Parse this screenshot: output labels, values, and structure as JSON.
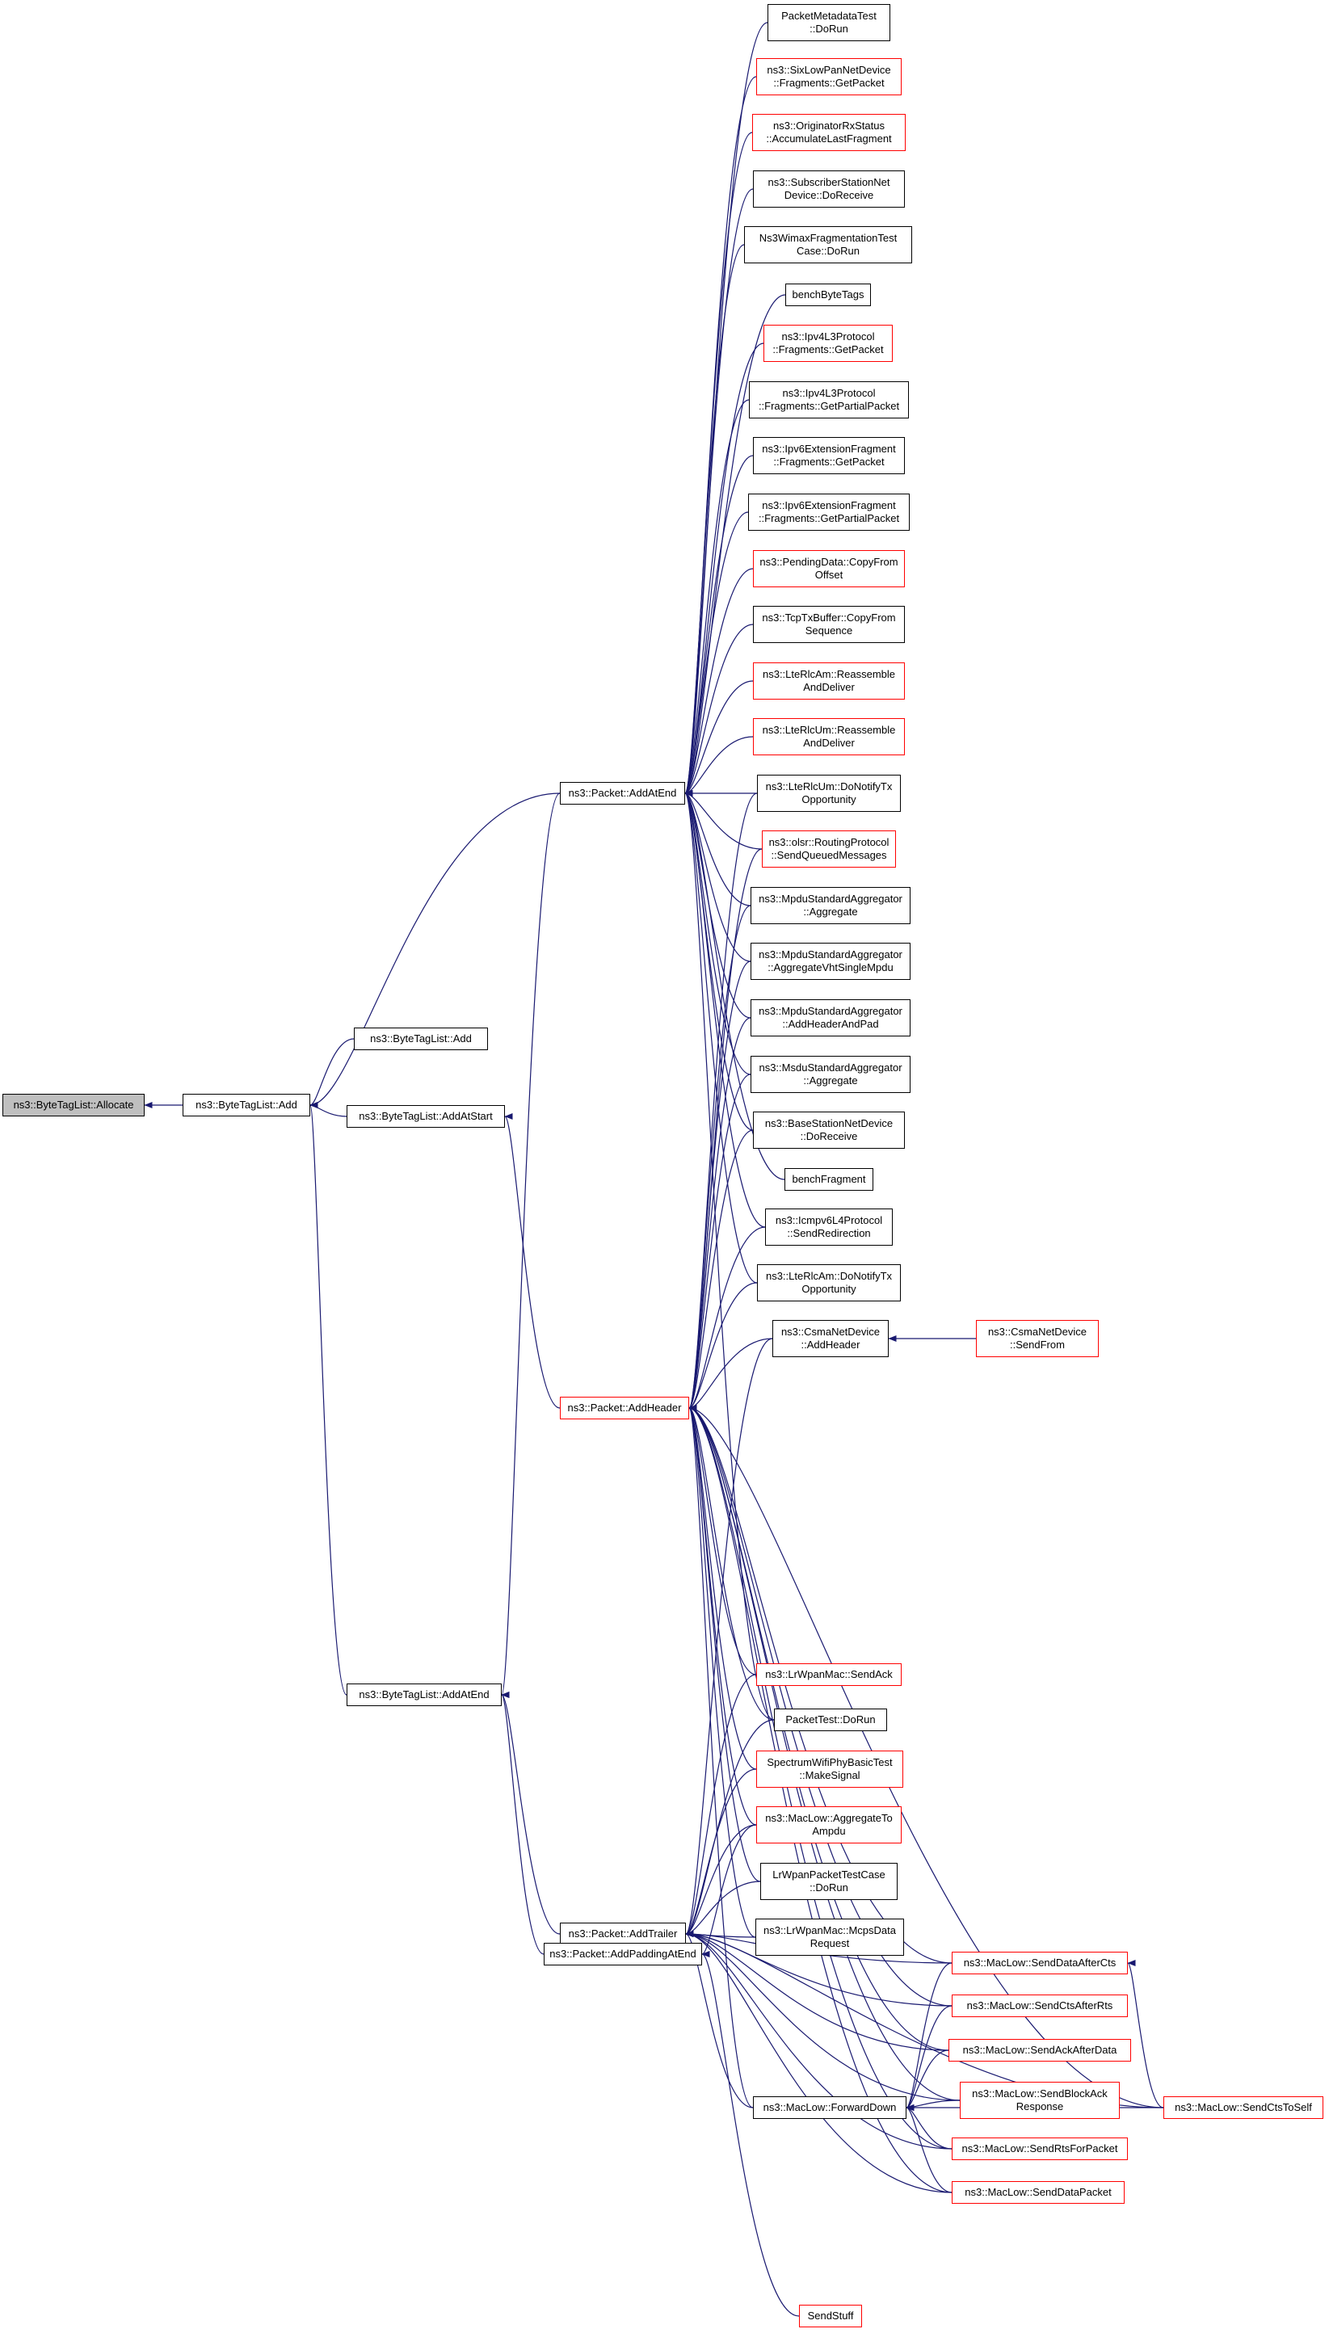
{
  "colors": {
    "edge": "#191970",
    "node_border": "#000000",
    "truncated_border": "#ff0000",
    "root_fill": "#bfbfbf"
  },
  "nodes": [
    {
      "id": "allocate",
      "label": "ns3::ByteTagList::Allocate",
      "border": "black",
      "root": true
    },
    {
      "id": "add",
      "label": "ns3::ByteTagList::Add",
      "border": "black"
    },
    {
      "id": "add2",
      "label": "ns3::ByteTagList::Add",
      "border": "black"
    },
    {
      "id": "addatstart",
      "label": "ns3::ByteTagList::AddAtStart",
      "border": "black"
    },
    {
      "id": "addatend_btl",
      "label": "ns3::ByteTagList::AddAtEnd",
      "border": "black"
    },
    {
      "id": "pkt_addatend",
      "label": "ns3::Packet::AddAtEnd",
      "border": "black"
    },
    {
      "id": "pkt_addheader",
      "label": "ns3::Packet::AddHeader",
      "border": "red"
    },
    {
      "id": "pkt_addtrailer",
      "label": "ns3::Packet::AddTrailer",
      "border": "black"
    },
    {
      "id": "pkt_addpadding",
      "label": "ns3::Packet::AddPaddingAtEnd",
      "border": "black"
    },
    {
      "id": "pmt_dorun",
      "label": "PacketMetadataTest\n::DoRun",
      "border": "black"
    },
    {
      "id": "sixlowpan",
      "label": "ns3::SixLowPanNetDevice\n::Fragments::GetPacket",
      "border": "red"
    },
    {
      "id": "originator",
      "label": "ns3::OriginatorRxStatus\n::AccumulateLastFragment",
      "border": "red"
    },
    {
      "id": "subscriber",
      "label": "ns3::SubscriberStationNet\nDevice::DoReceive",
      "border": "black"
    },
    {
      "id": "ns3wimax",
      "label": "Ns3WimaxFragmentationTest\nCase::DoRun",
      "border": "black"
    },
    {
      "id": "benchbytetags",
      "label": "benchByteTags",
      "border": "black"
    },
    {
      "id": "ipv4frag",
      "label": "ns3::Ipv4L3Protocol\n::Fragments::GetPacket",
      "border": "red"
    },
    {
      "id": "ipv4partial",
      "label": "ns3::Ipv4L3Protocol\n::Fragments::GetPartialPacket",
      "border": "black"
    },
    {
      "id": "ipv6frag",
      "label": "ns3::Ipv6ExtensionFragment\n::Fragments::GetPacket",
      "border": "black"
    },
    {
      "id": "ipv6partial",
      "label": "ns3::Ipv6ExtensionFragment\n::Fragments::GetPartialPacket",
      "border": "black"
    },
    {
      "id": "pendingdata",
      "label": "ns3::PendingData::CopyFrom\nOffset",
      "border": "red"
    },
    {
      "id": "tcptx",
      "label": "ns3::TcpTxBuffer::CopyFrom\nSequence",
      "border": "black"
    },
    {
      "id": "rlcam_reasm",
      "label": "ns3::LteRlcAm::Reassemble\nAndDeliver",
      "border": "red"
    },
    {
      "id": "rlcum_reasm",
      "label": "ns3::LteRlcUm::Reassemble\nAndDeliver",
      "border": "red"
    },
    {
      "id": "rlcum_notify",
      "label": "ns3::LteRlcUm::DoNotifyTx\nOpportunity",
      "border": "black"
    },
    {
      "id": "olsr",
      "label": "ns3::olsr::RoutingProtocol\n::SendQueuedMessages",
      "border": "red"
    },
    {
      "id": "mpdu_agg",
      "label": "ns3::MpduStandardAggregator\n::Aggregate",
      "border": "black"
    },
    {
      "id": "mpdu_vht",
      "label": "ns3::MpduStandardAggregator\n::AggregateVhtSingleMpdu",
      "border": "black"
    },
    {
      "id": "mpdu_pad",
      "label": "ns3::MpduStandardAggregator\n::AddHeaderAndPad",
      "border": "black"
    },
    {
      "id": "msdu_agg",
      "label": "ns3::MsduStandardAggregator\n::Aggregate",
      "border": "black"
    },
    {
      "id": "basestation",
      "label": "ns3::BaseStationNetDevice\n::DoReceive",
      "border": "black"
    },
    {
      "id": "benchfragment",
      "label": "benchFragment",
      "border": "black"
    },
    {
      "id": "icmpv6",
      "label": "ns3::Icmpv6L4Protocol\n::SendRedirection",
      "border": "black"
    },
    {
      "id": "rlcam_notify",
      "label": "ns3::LteRlcAm::DoNotifyTx\nOpportunity",
      "border": "black"
    },
    {
      "id": "csma_addheader",
      "label": "ns3::CsmaNetDevice\n::AddHeader",
      "border": "black"
    },
    {
      "id": "csma_sendfrom",
      "label": "ns3::CsmaNetDevice\n::SendFrom",
      "border": "red"
    },
    {
      "id": "lrwpan_sendack",
      "label": "ns3::LrWpanMac::SendAck",
      "border": "red"
    },
    {
      "id": "packettest",
      "label": "PacketTest::DoRun",
      "border": "black"
    },
    {
      "id": "spectrum",
      "label": "SpectrumWifiPhyBasicTest\n::MakeSignal",
      "border": "red"
    },
    {
      "id": "maclow_agg",
      "label": "ns3::MacLow::AggregateTo\nAmpdu",
      "border": "red"
    },
    {
      "id": "lrwpan_test",
      "label": "LrWpanPacketTestCase\n::DoRun",
      "border": "black"
    },
    {
      "id": "lrwpan_mcps",
      "label": "ns3::LrWpanMac::McpsData\nRequest",
      "border": "black"
    },
    {
      "id": "forwarddown",
      "label": "ns3::MacLow::ForwardDown",
      "border": "black"
    },
    {
      "id": "senddataaftercts",
      "label": "ns3::MacLow::SendDataAfterCts",
      "border": "red"
    },
    {
      "id": "sendctsafterrts",
      "label": "ns3::MacLow::SendCtsAfterRts",
      "border": "red"
    },
    {
      "id": "sendackafterdata",
      "label": "ns3::MacLow::SendAckAfterData",
      "border": "red"
    },
    {
      "id": "sendblockack",
      "label": "ns3::MacLow::SendBlockAck\nResponse",
      "border": "red"
    },
    {
      "id": "sendrtsforpacket",
      "label": "ns3::MacLow::SendRtsForPacket",
      "border": "red"
    },
    {
      "id": "senddatapacket",
      "label": "ns3::MacLow::SendDataPacket",
      "border": "red"
    },
    {
      "id": "sendctstoself",
      "label": "ns3::MacLow::SendCtsToSelf",
      "border": "red"
    },
    {
      "id": "sendstuff",
      "label": "SendStuff",
      "border": "red"
    }
  ],
  "edges": [
    [
      "add",
      "allocate"
    ],
    [
      "add2",
      "add"
    ],
    [
      "addatstart",
      "add"
    ],
    [
      "addatend_btl",
      "add"
    ],
    [
      "pkt_addatend",
      "add"
    ],
    [
      "pkt_addatend",
      "addatend_btl"
    ],
    [
      "pkt_addheader",
      "addatstart"
    ],
    [
      "pkt_addtrailer",
      "addatend_btl"
    ],
    [
      "pkt_addpadding",
      "addatend_btl"
    ],
    [
      "pmt_dorun",
      "pkt_addatend"
    ],
    [
      "sixlowpan",
      "pkt_addatend"
    ],
    [
      "originator",
      "pkt_addatend"
    ],
    [
      "subscriber",
      "pkt_addatend"
    ],
    [
      "ns3wimax",
      "pkt_addatend"
    ],
    [
      "benchbytetags",
      "pkt_addatend"
    ],
    [
      "ipv4frag",
      "pkt_addatend"
    ],
    [
      "ipv4partial",
      "pkt_addatend"
    ],
    [
      "ipv6frag",
      "pkt_addatend"
    ],
    [
      "ipv6partial",
      "pkt_addatend"
    ],
    [
      "pendingdata",
      "pkt_addatend"
    ],
    [
      "tcptx",
      "pkt_addatend"
    ],
    [
      "rlcam_reasm",
      "pkt_addatend"
    ],
    [
      "rlcum_reasm",
      "pkt_addatend"
    ],
    [
      "rlcum_notify",
      "pkt_addatend"
    ],
    [
      "olsr",
      "pkt_addatend"
    ],
    [
      "mpdu_agg",
      "pkt_addatend"
    ],
    [
      "mpdu_vht",
      "pkt_addatend"
    ],
    [
      "mpdu_pad",
      "pkt_addatend"
    ],
    [
      "msdu_agg",
      "pkt_addatend"
    ],
    [
      "basestation",
      "pkt_addatend"
    ],
    [
      "benchfragment",
      "pkt_addatend"
    ],
    [
      "icmpv6",
      "pkt_addatend"
    ],
    [
      "rlcam_notify",
      "pkt_addatend"
    ],
    [
      "packettest",
      "pkt_addatend"
    ],
    [
      "rlcum_notify",
      "pkt_addheader"
    ],
    [
      "olsr",
      "pkt_addheader"
    ],
    [
      "mpdu_agg",
      "pkt_addheader"
    ],
    [
      "mpdu_vht",
      "pkt_addheader"
    ],
    [
      "mpdu_pad",
      "pkt_addheader"
    ],
    [
      "msdu_agg",
      "pkt_addheader"
    ],
    [
      "basestation",
      "pkt_addheader"
    ],
    [
      "icmpv6",
      "pkt_addheader"
    ],
    [
      "rlcam_notify",
      "pkt_addheader"
    ],
    [
      "csma_addheader",
      "pkt_addheader"
    ],
    [
      "lrwpan_sendack",
      "pkt_addheader"
    ],
    [
      "packettest",
      "pkt_addheader"
    ],
    [
      "spectrum",
      "pkt_addheader"
    ],
    [
      "maclow_agg",
      "pkt_addheader"
    ],
    [
      "lrwpan_test",
      "pkt_addheader"
    ],
    [
      "lrwpan_mcps",
      "pkt_addheader"
    ],
    [
      "forwarddown",
      "pkt_addheader"
    ],
    [
      "senddataaftercts",
      "pkt_addheader"
    ],
    [
      "sendctsafterrts",
      "pkt_addheader"
    ],
    [
      "sendackafterdata",
      "pkt_addheader"
    ],
    [
      "sendblockack",
      "pkt_addheader"
    ],
    [
      "sendrtsforpacket",
      "pkt_addheader"
    ],
    [
      "senddatapacket",
      "pkt_addheader"
    ],
    [
      "sendctstoself",
      "pkt_addheader"
    ],
    [
      "csma_sendfrom",
      "csma_addheader"
    ],
    [
      "csma_addheader",
      "pkt_addtrailer"
    ],
    [
      "lrwpan_sendack",
      "pkt_addtrailer"
    ],
    [
      "packettest",
      "pkt_addtrailer"
    ],
    [
      "spectrum",
      "pkt_addtrailer"
    ],
    [
      "maclow_agg",
      "pkt_addtrailer"
    ],
    [
      "lrwpan_test",
      "pkt_addtrailer"
    ],
    [
      "lrwpan_mcps",
      "pkt_addtrailer"
    ],
    [
      "forwarddown",
      "pkt_addtrailer"
    ],
    [
      "senddataaftercts",
      "pkt_addtrailer"
    ],
    [
      "sendctsafterrts",
      "pkt_addtrailer"
    ],
    [
      "sendackafterdata",
      "pkt_addtrailer"
    ],
    [
      "sendblockack",
      "pkt_addtrailer"
    ],
    [
      "sendrtsforpacket",
      "pkt_addtrailer"
    ],
    [
      "senddatapacket",
      "pkt_addtrailer"
    ],
    [
      "sendctstoself",
      "pkt_addtrailer"
    ],
    [
      "maclow_agg",
      "pkt_addpadding"
    ],
    [
      "sendstuff",
      "pkt_addpadding"
    ],
    [
      "senddataaftercts",
      "forwarddown"
    ],
    [
      "sendctsafterrts",
      "forwarddown"
    ],
    [
      "sendackafterdata",
      "forwarddown"
    ],
    [
      "sendblockack",
      "forwarddown"
    ],
    [
      "sendrtsforpacket",
      "forwarddown"
    ],
    [
      "senddatapacket",
      "forwarddown"
    ],
    [
      "sendctstoself",
      "forwarddown"
    ],
    [
      "sendctstoself",
      "senddataaftercts"
    ]
  ]
}
